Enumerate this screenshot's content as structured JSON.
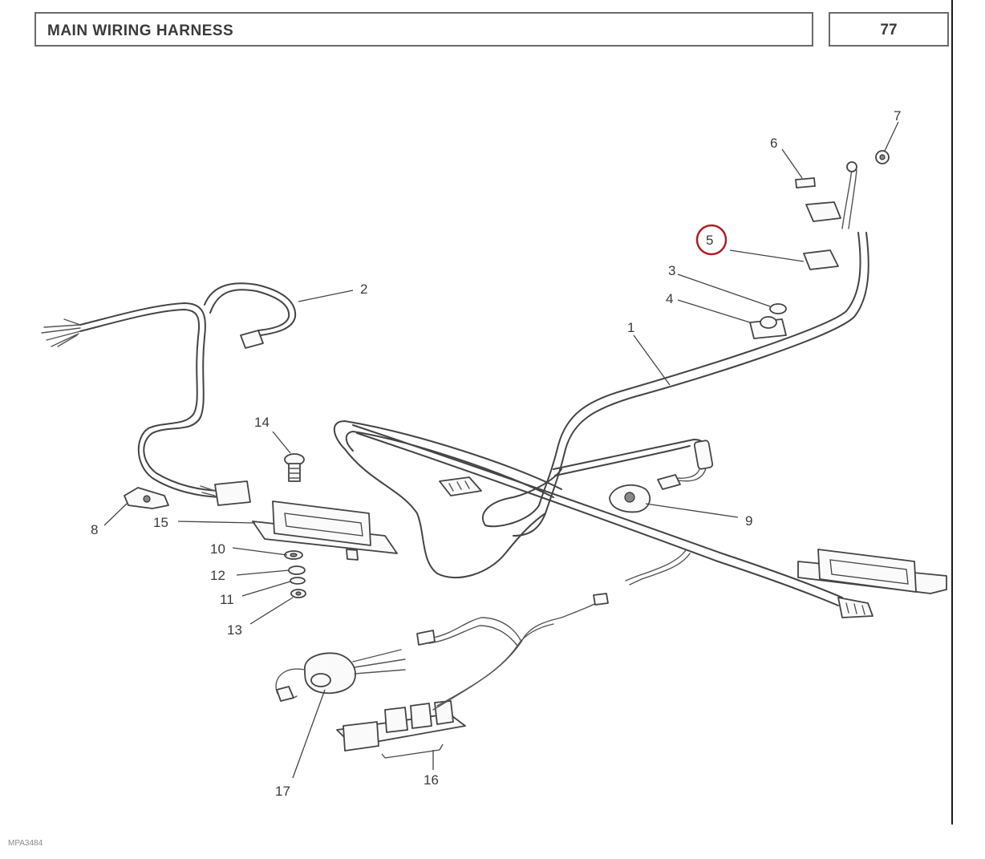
{
  "header": {
    "title": "MAIN WIRING HARNESS",
    "page_number": "77"
  },
  "footer": {
    "image_code": "MPA3484"
  },
  "callouts": [
    {
      "id": "callout-1",
      "label": "1"
    },
    {
      "id": "callout-2",
      "label": "2"
    },
    {
      "id": "callout-3",
      "label": "3"
    },
    {
      "id": "callout-4",
      "label": "4"
    },
    {
      "id": "callout-5",
      "label": "5",
      "highlighted": true
    },
    {
      "id": "callout-6",
      "label": "6"
    },
    {
      "id": "callout-7",
      "label": "7"
    },
    {
      "id": "callout-8",
      "label": "8"
    },
    {
      "id": "callout-9",
      "label": "9"
    },
    {
      "id": "callout-10",
      "label": "10"
    },
    {
      "id": "callout-11",
      "label": "11"
    },
    {
      "id": "callout-12",
      "label": "12"
    },
    {
      "id": "callout-13",
      "label": "13"
    },
    {
      "id": "callout-14",
      "label": "14"
    },
    {
      "id": "callout-15",
      "label": "15"
    },
    {
      "id": "callout-16",
      "label": "16"
    },
    {
      "id": "callout-17",
      "label": "17"
    }
  ],
  "colors": {
    "line": "#444444",
    "highlight_ring": "#b01c24",
    "background": "#ffffff"
  }
}
